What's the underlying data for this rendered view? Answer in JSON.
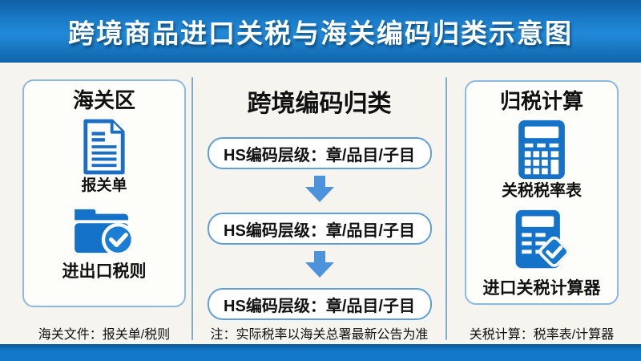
{
  "header": {
    "title": "跨境商品进口关税与海关编码归类示意图"
  },
  "panels": {
    "customs": {
      "title": "海关区",
      "items": [
        {
          "icon": "document-icon",
          "label": "报关单"
        },
        {
          "icon": "folder-check-icon",
          "label": "进出口税则"
        }
      ],
      "footer": "海关文件：报关单/税则"
    },
    "coding": {
      "title": "跨境编码归类",
      "steps": [
        "HS编码层级：章/品目/子目",
        "HS编码层级：章/品目/子目",
        "HS编码层级：章/品目/子目"
      ],
      "footer": "注：实际税率以海关总署最新公告为准"
    },
    "tax": {
      "title": "归税计算",
      "items": [
        {
          "icon": "calculator-icon",
          "label": "关税税率表"
        },
        {
          "icon": "calculator-check-icon",
          "label": "进口关税计算器"
        }
      ],
      "footer": "关税计算：税率表/计算器"
    }
  },
  "colors": {
    "header_blue": "#1b7ecb",
    "bottom_bar_blue": "#1478c8",
    "icon_blue": "#1472c8",
    "arrow_blue": "#4d93dc",
    "box_border_blue": "#5f9fd9",
    "panel_border_blue": "#8db9de",
    "background": "#f5f4ef",
    "text_black": "#111111",
    "title_white": "#ffffff"
  }
}
